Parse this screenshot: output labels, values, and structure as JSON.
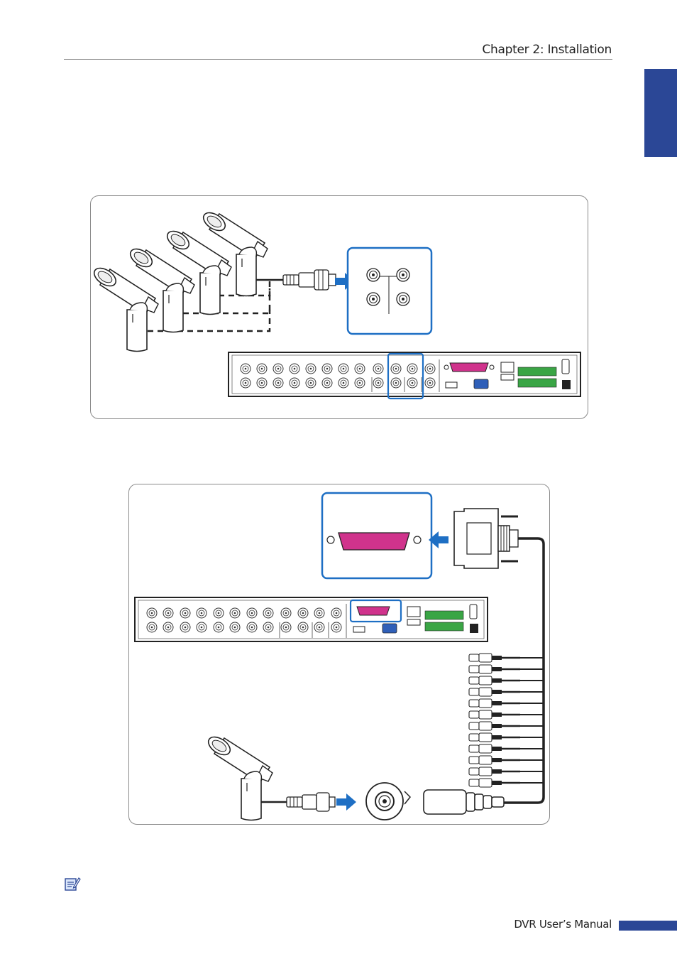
{
  "header": {
    "chapter_title": "Chapter 2: Installation"
  },
  "footer": {
    "manual_title": "DVR User’s Manual"
  },
  "colors": {
    "brand_blue": "#2b4796",
    "highlight_blue": "#1e6fc4",
    "connector_magenta": "#d0338c",
    "terminal_green": "#3aa545",
    "vga_blue": "#2f5fb8"
  },
  "figures": [
    {
      "id": "figure-camera-bnc-connection",
      "icons": [
        "camera-icon",
        "bnc-plug-icon",
        "arrow-icon",
        "dvr-rear-panel-icon"
      ]
    },
    {
      "id": "figure-db25-breakout-connection",
      "icons": [
        "db25-port-icon",
        "d-sub-plug-icon",
        "breakout-cable-icon",
        "camera-icon",
        "bnc-socket-icon"
      ]
    }
  ],
  "note": {
    "icon": "note-icon"
  }
}
